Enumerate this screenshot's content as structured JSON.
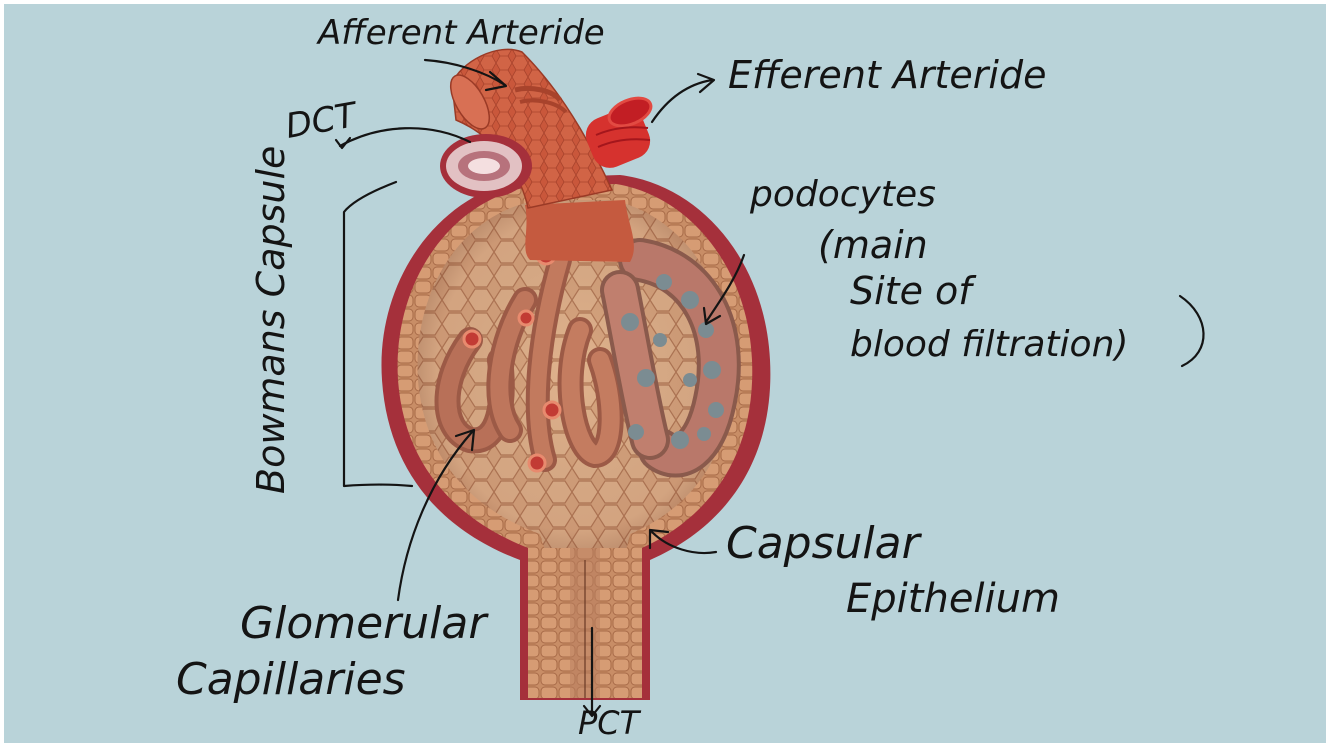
{
  "labels": {
    "afferent": "Afferent Arteride",
    "efferent": "Efferent Arteride",
    "dct": "DCT",
    "podocytes_1": "podocytes",
    "podocytes_2": "(main",
    "podocytes_3": "Site of",
    "podocytes_4": "blood filtration)",
    "bowmans": "Bowmans Capsule",
    "capsular_1": "Capsular",
    "capsular_2": "Epithelium",
    "glomerular_1": "Glomerular",
    "glomerular_2": "Capillaries",
    "pct": "PCT"
  },
  "colors": {
    "background": "#b9d3d9",
    "capsule_outer": "#a5303b",
    "capsule_wall": "#c8916b",
    "capsule_inner": "#d8a47c",
    "vessel": "#c8553a",
    "capillary": "#b06a55",
    "podocyte": "#7b8c92",
    "efferent": "#d6322e",
    "ink": "#141414"
  }
}
